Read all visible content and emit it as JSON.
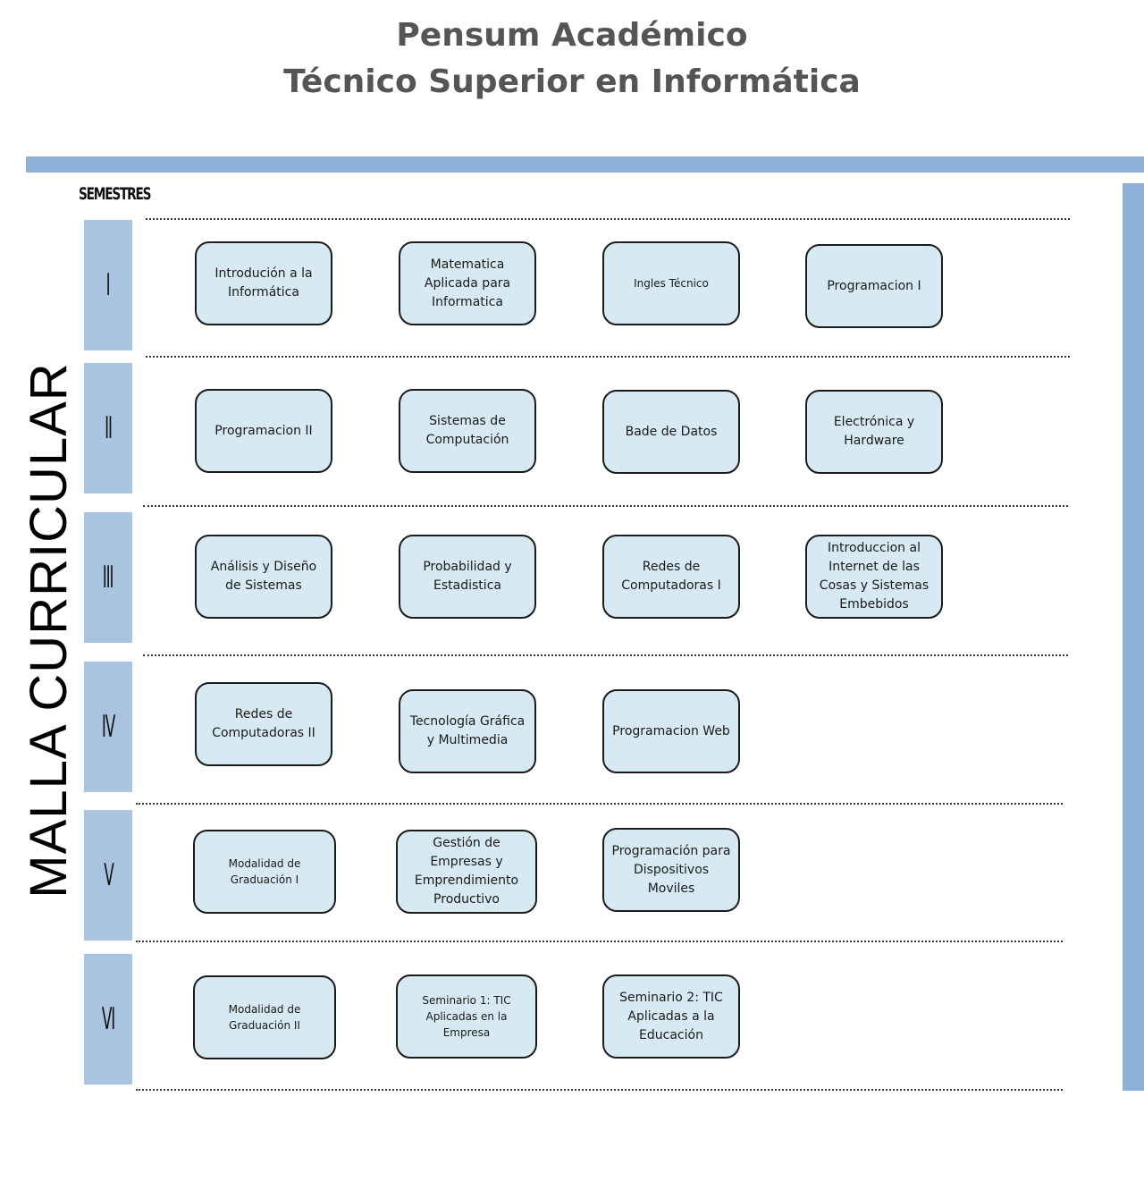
{
  "title_line1": "Pensum Académico",
  "title_line2": "Técnico Superior en Informática",
  "semestres_label": "SEMESTRES",
  "side_title": "MALLA CURRICULAR",
  "colors": {
    "bar": "#8fb0d6",
    "semester_fill": "#a9c3e0",
    "course_fill": "#d7eaf3"
  },
  "semesters": [
    {
      "numeral": "I",
      "courses": [
        "Introdución a la Informática",
        "Matematica Aplicada para Informatica",
        "Ingles Técnico",
        "Programacion I"
      ]
    },
    {
      "numeral": "II",
      "courses": [
        "Programacion II",
        "Sistemas de Computación",
        "Bade de Datos",
        "Electrónica y Hardware"
      ]
    },
    {
      "numeral": "III",
      "courses": [
        "Análisis y Diseño de Sistemas",
        "Probabilidad y Estadistica",
        "Redes de Computadoras I",
        "Introduccion al Internet de las Cosas y Sistemas Embebidos"
      ]
    },
    {
      "numeral": "IV",
      "courses": [
        "Redes de Computadoras II",
        "Tecnología Gráfica y Multimedia",
        "Programacion Web"
      ]
    },
    {
      "numeral": "V",
      "courses": [
        "Modalidad de Graduación I",
        "Gestión de Empresas y Emprendimiento Productivo",
        "Programación para Dispositivos Moviles"
      ]
    },
    {
      "numeral": "VI",
      "courses": [
        "Modalidad de Graduación II",
        "Seminario 1: TIC Aplicadas en la Empresa",
        "Seminario 2: TIC Aplicadas a la Educación"
      ]
    }
  ]
}
